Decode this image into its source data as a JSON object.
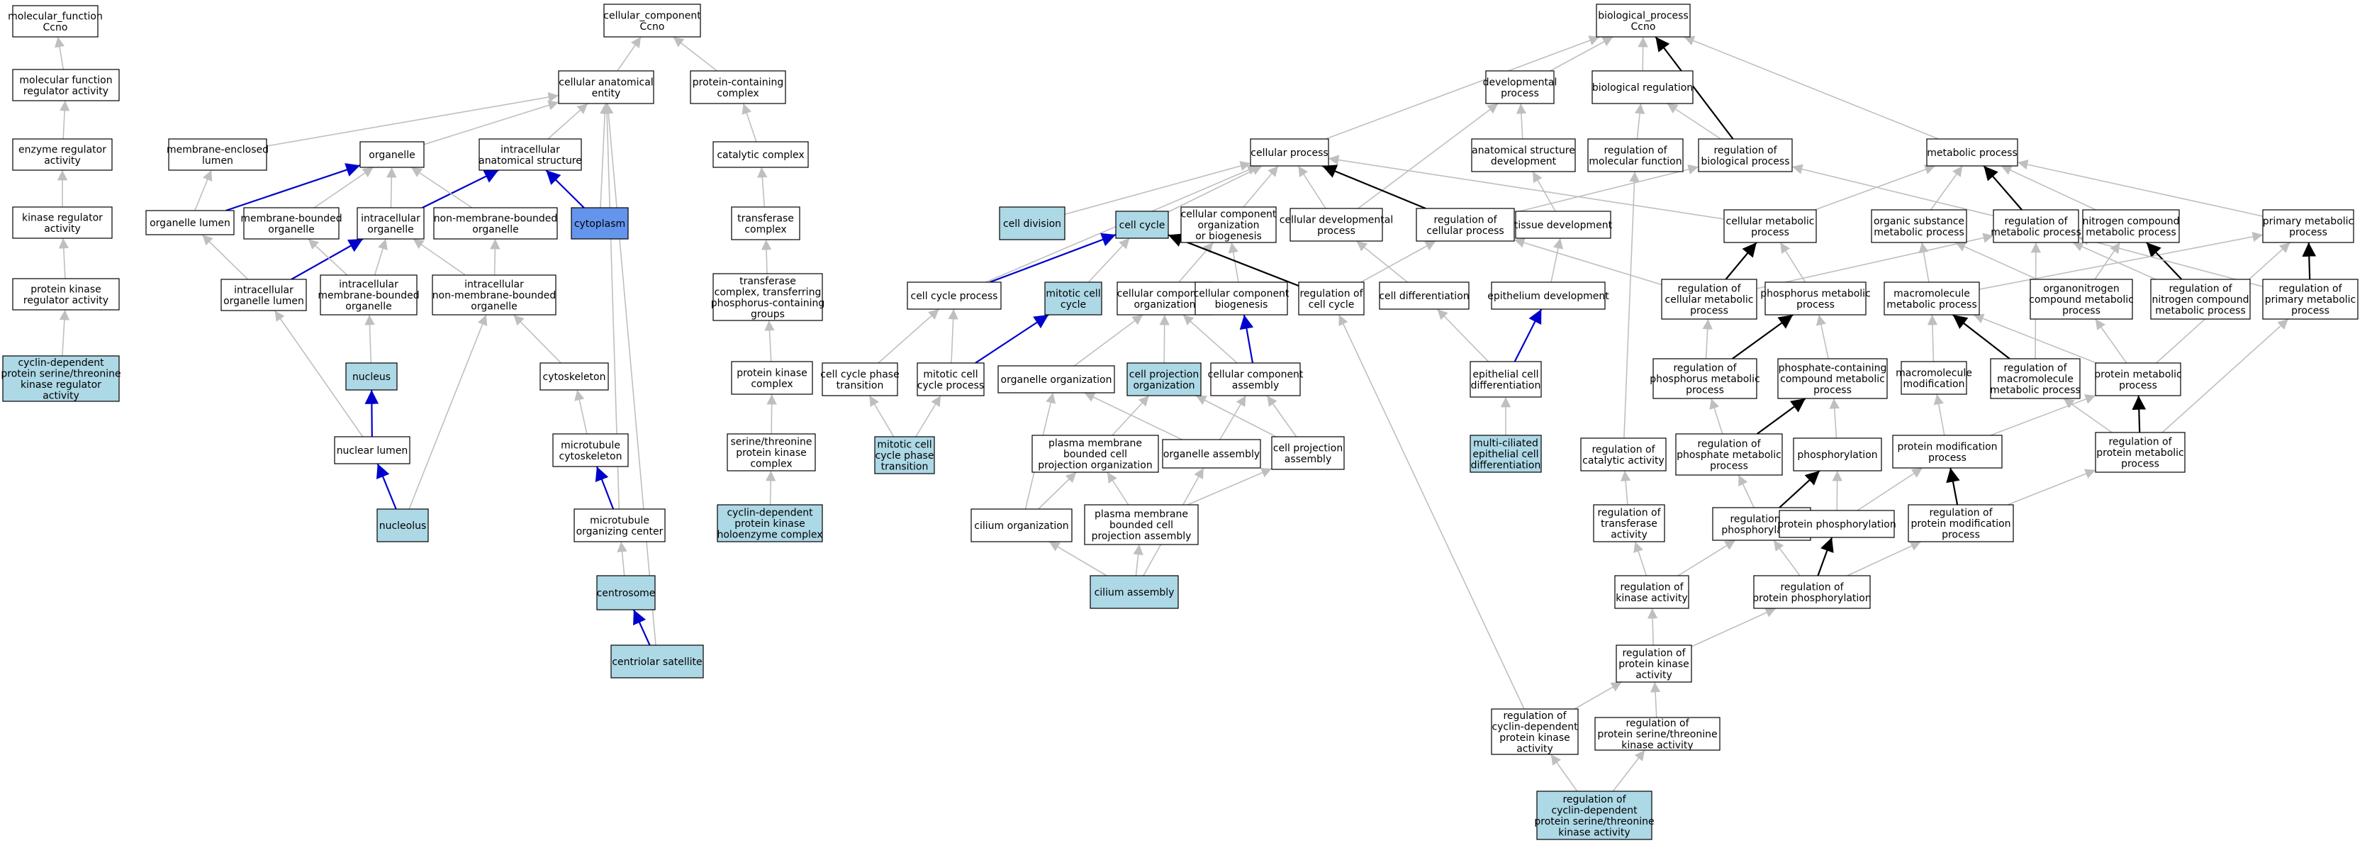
{
  "colors": {
    "background": "#ffffff",
    "node_fill": "#ffffff",
    "node_highlight": "#add8e6",
    "node_focus": "#6495ed",
    "node_border": "#000000",
    "edge_is_a": "#bfbfbf",
    "edge_part_of": "#0000cd",
    "edge_regulates": "#000000"
  },
  "nodes": {
    "mf_root": {
      "label": "molecular_function\nCcno",
      "style": "plain"
    },
    "mf_reg": {
      "label": "molecular function\nregulator activity",
      "style": "plain"
    },
    "enz_reg": {
      "label": "enzyme regulator\nactivity",
      "style": "plain"
    },
    "kin_reg": {
      "label": "kinase regulator\nactivity",
      "style": "plain"
    },
    "pk_reg": {
      "label": "protein kinase\nregulator activity",
      "style": "plain"
    },
    "cdk_reg": {
      "label": "cyclin-dependent\nprotein serine/threonine\nkinase regulator\nactivity",
      "style": "highlight"
    },
    "cc_root": {
      "label": "cellular_component\nCcno",
      "style": "plain"
    },
    "cae": {
      "label": "cellular anatomical\nentity",
      "style": "plain"
    },
    "pcc": {
      "label": "protein-containing\ncomplex",
      "style": "plain"
    },
    "mel": {
      "label": "membrane-enclosed\nlumen",
      "style": "plain"
    },
    "organelle": {
      "label": "organelle",
      "style": "plain"
    },
    "ias": {
      "label": "intracellular\nanatomical structure",
      "style": "plain"
    },
    "catcomp": {
      "label": "catalytic complex",
      "style": "plain"
    },
    "org_lumen": {
      "label": "organelle lumen",
      "style": "plain"
    },
    "mbo": {
      "label": "membrane-bounded\norganelle",
      "style": "plain"
    },
    "io": {
      "label": "intracellular\norganelle",
      "style": "plain"
    },
    "nmbo": {
      "label": "non-membrane-bounded\norganelle",
      "style": "plain"
    },
    "cytoplasm": {
      "label": "cytoplasm",
      "style": "focus"
    },
    "transf_c": {
      "label": "transferase\ncomplex",
      "style": "plain"
    },
    "iol": {
      "label": "intracellular\norganelle lumen",
      "style": "plain"
    },
    "imbo": {
      "label": "intracellular\nmembrane-bounded\norganelle",
      "style": "plain"
    },
    "inmbo": {
      "label": "intracellular\nnon-membrane-bounded\norganelle",
      "style": "plain"
    },
    "tcpg": {
      "label": "transferase\ncomplex, transferring\nphosphorus-containing\ngroups",
      "style": "plain"
    },
    "nucleus": {
      "label": "nucleus",
      "style": "highlight"
    },
    "cytoskeleton": {
      "label": "cytoskeleton",
      "style": "plain"
    },
    "pkc": {
      "label": "protein kinase\ncomplex",
      "style": "plain"
    },
    "nuc_lumen": {
      "label": "nuclear lumen",
      "style": "plain"
    },
    "mt_cytosk": {
      "label": "microtubule\ncytoskeleton",
      "style": "plain"
    },
    "stpkc": {
      "label": "serine/threonine\nprotein kinase\ncomplex",
      "style": "plain"
    },
    "nucleolus": {
      "label": "nucleolus",
      "style": "highlight"
    },
    "mtoc": {
      "label": "microtubule\norganizing center",
      "style": "plain"
    },
    "cdkhc": {
      "label": "cyclin-dependent\nprotein kinase\nholoenzyme complex",
      "style": "highlight"
    },
    "centrosome": {
      "label": "centrosome",
      "style": "highlight"
    },
    "centsat": {
      "label": "centriolar satellite",
      "style": "highlight"
    },
    "bp_root": {
      "label": "biological_process\nCcno",
      "style": "plain"
    },
    "devproc": {
      "label": "developmental\nprocess",
      "style": "plain"
    },
    "bioreg": {
      "label": "biological regulation",
      "style": "plain"
    },
    "cellproc": {
      "label": "cellular process",
      "style": "plain"
    },
    "asd": {
      "label": "anatomical structure\ndevelopment",
      "style": "plain"
    },
    "rmf": {
      "label": "regulation of\nmolecular function",
      "style": "plain"
    },
    "rbp": {
      "label": "regulation of\nbiological process",
      "style": "plain"
    },
    "metproc": {
      "label": "metabolic process",
      "style": "plain"
    },
    "celldiv": {
      "label": "cell division",
      "style": "highlight"
    },
    "cellcycle": {
      "label": "cell cycle",
      "style": "highlight"
    },
    "ccob": {
      "label": "cellular component\norganization\nor biogenesis",
      "style": "plain"
    },
    "cdp": {
      "label": "cellular developmental\nprocess",
      "style": "plain"
    },
    "rcp": {
      "label": "regulation of\ncellular process",
      "style": "plain"
    },
    "tissdev": {
      "label": "tissue development",
      "style": "plain"
    },
    "cmp": {
      "label": "cellular metabolic\nprocess",
      "style": "plain"
    },
    "osmp": {
      "label": "organic substance\nmetabolic process",
      "style": "plain"
    },
    "rmp": {
      "label": "regulation of\nmetabolic process",
      "style": "plain"
    },
    "ncmp": {
      "label": "nitrogen compound\nmetabolic process",
      "style": "plain"
    },
    "pmp": {
      "label": "primary metabolic\nprocess",
      "style": "plain"
    },
    "ccproc": {
      "label": "cell cycle process",
      "style": "plain"
    },
    "mcc": {
      "label": "mitotic cell\ncycle",
      "style": "highlight"
    },
    "cco": {
      "label": "cellular component\norganization",
      "style": "plain"
    },
    "ccb": {
      "label": "cellular component\nbiogenesis",
      "style": "plain"
    },
    "rcc": {
      "label": "regulation of\ncell cycle",
      "style": "plain"
    },
    "celldiff": {
      "label": "cell differentiation",
      "style": "plain"
    },
    "epidev": {
      "label": "epithelium development",
      "style": "plain"
    },
    "rcmp": {
      "label": "regulation of\ncellular metabolic\nprocess",
      "style": "plain"
    },
    "phmp": {
      "label": "phosphorus metabolic\nprocess",
      "style": "plain"
    },
    "mmp": {
      "label": "macromolecule\nmetabolic process",
      "style": "plain"
    },
    "oncmp": {
      "label": "organonitrogen\ncompound metabolic\nprocess",
      "style": "plain"
    },
    "rncmp": {
      "label": "regulation of\nnitrogen compound\nmetabolic process",
      "style": "plain"
    },
    "rpmp": {
      "label": "regulation of\nprimary metabolic\nprocess",
      "style": "plain"
    },
    "ccpt": {
      "label": "cell cycle phase\ntransition",
      "style": "plain"
    },
    "mccp": {
      "label": "mitotic cell\ncycle process",
      "style": "plain"
    },
    "orgorg": {
      "label": "organelle organization",
      "style": "plain"
    },
    "cpo": {
      "label": "cell projection\norganization",
      "style": "highlight"
    },
    "cca": {
      "label": "cellular component\nassembly",
      "style": "plain"
    },
    "ecd": {
      "label": "epithelial cell\ndifferentiation",
      "style": "plain"
    },
    "rphmp": {
      "label": "regulation of\nphosphorus metabolic\nprocess",
      "style": "plain"
    },
    "pccmp": {
      "label": "phosphate-containing\ncompound metabolic\nprocess",
      "style": "plain"
    },
    "macmod": {
      "label": "macromolecule\nmodification",
      "style": "plain"
    },
    "rmmp": {
      "label": "regulation of\nmacromolecule\nmetabolic process",
      "style": "plain"
    },
    "protmp": {
      "label": "protein metabolic\nprocess",
      "style": "plain"
    },
    "mccpt": {
      "label": "mitotic cell\ncycle phase\ntransition",
      "style": "highlight"
    },
    "pmbcpo": {
      "label": "plasma membrane\nbounded cell\nprojection organization",
      "style": "plain"
    },
    "orgasm": {
      "label": "organelle assembly",
      "style": "plain"
    },
    "cpa": {
      "label": "cell projection\nassembly",
      "style": "plain"
    },
    "mced": {
      "label": "multi-ciliated\nepithelial cell\ndifferentiation",
      "style": "highlight"
    },
    "rca": {
      "label": "regulation of\ncatalytic activity",
      "style": "plain"
    },
    "rphosmp": {
      "label": "regulation of\nphosphate metabolic\nprocess",
      "style": "plain"
    },
    "phos": {
      "label": "phosphorylation",
      "style": "plain"
    },
    "pmodp": {
      "label": "protein modification\nprocess",
      "style": "plain"
    },
    "rprotmp": {
      "label": "regulation of\nprotein metabolic\nprocess",
      "style": "plain"
    },
    "cilorg": {
      "label": "cilium organization",
      "style": "plain"
    },
    "pmbcpa": {
      "label": "plasma membrane\nbounded cell\nprojection assembly",
      "style": "plain"
    },
    "rta": {
      "label": "regulation of\ntransferase\nactivity",
      "style": "plain"
    },
    "rphos": {
      "label": "regulation of\nphosphorylation",
      "style": "plain"
    },
    "protphos": {
      "label": "protein phosphorylation",
      "style": "plain"
    },
    "rpmodp": {
      "label": "regulation of\nprotein modification\nprocess",
      "style": "plain"
    },
    "cilasm": {
      "label": "cilium assembly",
      "style": "highlight"
    },
    "rka": {
      "label": "regulation of\nkinase activity",
      "style": "plain"
    },
    "rpp": {
      "label": "regulation of\nprotein phosphorylation",
      "style": "plain"
    },
    "rpka": {
      "label": "regulation of\nprotein kinase\nactivity",
      "style": "plain"
    },
    "rcdpka": {
      "label": "regulation of\ncyclin-dependent\nprotein kinase\nactivity",
      "style": "plain"
    },
    "rpstka": {
      "label": "regulation of\nprotein serine/threonine\nkinase activity",
      "style": "plain"
    },
    "rcdpstka": {
      "label": "regulation of\ncyclin-dependent\nprotein serine/threonine\nkinase activity",
      "style": "highlight"
    }
  },
  "edges": [
    [
      "mf_reg",
      "mf_root",
      "is_a"
    ],
    [
      "enz_reg",
      "mf_reg",
      "is_a"
    ],
    [
      "kin_reg",
      "enz_reg",
      "is_a"
    ],
    [
      "pk_reg",
      "kin_reg",
      "is_a"
    ],
    [
      "cdk_reg",
      "pk_reg",
      "is_a"
    ],
    [
      "cae",
      "cc_root",
      "is_a"
    ],
    [
      "pcc",
      "cc_root",
      "is_a"
    ],
    [
      "mel",
      "cae",
      "is_a"
    ],
    [
      "organelle",
      "cae",
      "is_a"
    ],
    [
      "ias",
      "cae",
      "is_a"
    ],
    [
      "cytoplasm",
      "cae",
      "is_a"
    ],
    [
      "catcomp",
      "pcc",
      "is_a"
    ],
    [
      "org_lumen",
      "mel",
      "is_a"
    ],
    [
      "org_lumen",
      "organelle",
      "part_of"
    ],
    [
      "mbo",
      "organelle",
      "is_a"
    ],
    [
      "io",
      "organelle",
      "is_a"
    ],
    [
      "io",
      "ias",
      "part_of"
    ],
    [
      "nmbo",
      "organelle",
      "is_a"
    ],
    [
      "cytoplasm",
      "ias",
      "part_of"
    ],
    [
      "transf_c",
      "catcomp",
      "is_a"
    ],
    [
      "iol",
      "org_lumen",
      "is_a"
    ],
    [
      "iol",
      "io",
      "part_of"
    ],
    [
      "imbo",
      "mbo",
      "is_a"
    ],
    [
      "imbo",
      "io",
      "is_a"
    ],
    [
      "inmbo",
      "nmbo",
      "is_a"
    ],
    [
      "inmbo",
      "io",
      "is_a"
    ],
    [
      "tcpg",
      "transf_c",
      "is_a"
    ],
    [
      "nucleus",
      "imbo",
      "is_a"
    ],
    [
      "cytoskeleton",
      "inmbo",
      "is_a"
    ],
    [
      "pkc",
      "tcpg",
      "is_a"
    ],
    [
      "nuc_lumen",
      "iol",
      "is_a"
    ],
    [
      "nuc_lumen",
      "nucleus",
      "part_of"
    ],
    [
      "mt_cytosk",
      "cytoskeleton",
      "is_a"
    ],
    [
      "stpkc",
      "pkc",
      "is_a"
    ],
    [
      "nucleolus",
      "nuc_lumen",
      "part_of"
    ],
    [
      "nucleolus",
      "inmbo",
      "is_a"
    ],
    [
      "mtoc",
      "mt_cytosk",
      "part_of"
    ],
    [
      "mtoc",
      "cae",
      "is_a"
    ],
    [
      "cdkhc",
      "stpkc",
      "is_a"
    ],
    [
      "centrosome",
      "mtoc",
      "is_a"
    ],
    [
      "centsat",
      "centrosome",
      "part_of"
    ],
    [
      "centsat",
      "cae",
      "is_a"
    ],
    [
      "devproc",
      "bp_root",
      "is_a"
    ],
    [
      "bioreg",
      "bp_root",
      "is_a"
    ],
    [
      "cellproc",
      "bp_root",
      "is_a"
    ],
    [
      "rbp",
      "bp_root",
      "regulates"
    ],
    [
      "rbp",
      "bioreg",
      "is_a"
    ],
    [
      "metproc",
      "bp_root",
      "is_a"
    ],
    [
      "asd",
      "devproc",
      "is_a"
    ],
    [
      "rmf",
      "bioreg",
      "is_a"
    ],
    [
      "celldiv",
      "cellproc",
      "is_a"
    ],
    [
      "cellcycle",
      "cellproc",
      "is_a"
    ],
    [
      "ccob",
      "cellproc",
      "is_a"
    ],
    [
      "cdp",
      "cellproc",
      "is_a"
    ],
    [
      "cdp",
      "devproc",
      "is_a"
    ],
    [
      "rcp",
      "cellproc",
      "regulates"
    ],
    [
      "rcp",
      "rbp",
      "is_a"
    ],
    [
      "tissdev",
      "asd",
      "is_a"
    ],
    [
      "cmp",
      "cellproc",
      "is_a"
    ],
    [
      "cmp",
      "metproc",
      "is_a"
    ],
    [
      "osmp",
      "metproc",
      "is_a"
    ],
    [
      "rmp",
      "metproc",
      "regulates"
    ],
    [
      "rmp",
      "rbp",
      "is_a"
    ],
    [
      "ncmp",
      "metproc",
      "is_a"
    ],
    [
      "pmp",
      "metproc",
      "is_a"
    ],
    [
      "ccproc",
      "cellproc",
      "is_a"
    ],
    [
      "ccproc",
      "cellcycle",
      "part_of"
    ],
    [
      "mcc",
      "cellcycle",
      "is_a"
    ],
    [
      "cco",
      "ccob",
      "is_a"
    ],
    [
      "ccb",
      "ccob",
      "is_a"
    ],
    [
      "rcc",
      "cellcycle",
      "regulates"
    ],
    [
      "rcc",
      "rcp",
      "is_a"
    ],
    [
      "celldiff",
      "cdp",
      "is_a"
    ],
    [
      "epidev",
      "tissdev",
      "is_a"
    ],
    [
      "rcmp",
      "cmp",
      "regulates"
    ],
    [
      "rcmp",
      "rcp",
      "is_a"
    ],
    [
      "rcmp",
      "rmp",
      "is_a"
    ],
    [
      "phmp",
      "cmp",
      "is_a"
    ],
    [
      "mmp",
      "osmp",
      "is_a"
    ],
    [
      "mmp",
      "pmp",
      "is_a"
    ],
    [
      "oncmp",
      "osmp",
      "is_a"
    ],
    [
      "oncmp",
      "ncmp",
      "is_a"
    ],
    [
      "rncmp",
      "ncmp",
      "regulates"
    ],
    [
      "rncmp",
      "rmp",
      "is_a"
    ],
    [
      "rpmp",
      "pmp",
      "regulates"
    ],
    [
      "rpmp",
      "rmp",
      "is_a"
    ],
    [
      "ccpt",
      "ccproc",
      "is_a"
    ],
    [
      "mccp",
      "ccproc",
      "is_a"
    ],
    [
      "mccp",
      "mcc",
      "part_of"
    ],
    [
      "orgorg",
      "cco",
      "is_a"
    ],
    [
      "cpo",
      "cco",
      "is_a"
    ],
    [
      "cca",
      "cco",
      "is_a"
    ],
    [
      "cca",
      "ccb",
      "part_of"
    ],
    [
      "ecd",
      "celldiff",
      "is_a"
    ],
    [
      "ecd",
      "epidev",
      "part_of"
    ],
    [
      "rphmp",
      "phmp",
      "regulates"
    ],
    [
      "rphmp",
      "rcmp",
      "is_a"
    ],
    [
      "pccmp",
      "phmp",
      "is_a"
    ],
    [
      "macmod",
      "mmp",
      "is_a"
    ],
    [
      "rmmp",
      "mmp",
      "regulates"
    ],
    [
      "rmmp",
      "rmp",
      "is_a"
    ],
    [
      "protmp",
      "mmp",
      "is_a"
    ],
    [
      "protmp",
      "oncmp",
      "is_a"
    ],
    [
      "protmp",
      "pmp",
      "is_a"
    ],
    [
      "mccpt",
      "ccpt",
      "is_a"
    ],
    [
      "mccpt",
      "mccp",
      "is_a"
    ],
    [
      "pmbcpo",
      "cpo",
      "is_a"
    ],
    [
      "orgasm",
      "orgorg",
      "is_a"
    ],
    [
      "orgasm",
      "cca",
      "is_a"
    ],
    [
      "cpa",
      "cpo",
      "is_a"
    ],
    [
      "cpa",
      "cca",
      "is_a"
    ],
    [
      "mced",
      "ecd",
      "is_a"
    ],
    [
      "rca",
      "rmf",
      "is_a"
    ],
    [
      "rphosmp",
      "pccmp",
      "regulates"
    ],
    [
      "rphosmp",
      "rphmp",
      "is_a"
    ],
    [
      "phos",
      "pccmp",
      "is_a"
    ],
    [
      "pmodp",
      "macmod",
      "is_a"
    ],
    [
      "pmodp",
      "protmp",
      "is_a"
    ],
    [
      "rprotmp",
      "protmp",
      "regulates"
    ],
    [
      "rprotmp",
      "rmmp",
      "is_a"
    ],
    [
      "rprotmp",
      "rpmp",
      "is_a"
    ],
    [
      "cilorg",
      "orgorg",
      "is_a"
    ],
    [
      "cilorg",
      "pmbcpo",
      "is_a"
    ],
    [
      "pmbcpa",
      "pmbcpo",
      "is_a"
    ],
    [
      "pmbcpa",
      "cpa",
      "is_a"
    ],
    [
      "rta",
      "rca",
      "is_a"
    ],
    [
      "rphos",
      "phos",
      "regulates"
    ],
    [
      "rphos",
      "rphosmp",
      "is_a"
    ],
    [
      "protphos",
      "phos",
      "is_a"
    ],
    [
      "protphos",
      "pmodp",
      "is_a"
    ],
    [
      "rpmodp",
      "pmodp",
      "regulates"
    ],
    [
      "rpmodp",
      "rprotmp",
      "is_a"
    ],
    [
      "cilasm",
      "cilorg",
      "is_a"
    ],
    [
      "cilasm",
      "pmbcpa",
      "is_a"
    ],
    [
      "cilasm",
      "orgasm",
      "is_a"
    ],
    [
      "rka",
      "rta",
      "is_a"
    ],
    [
      "rka",
      "rphos",
      "is_a"
    ],
    [
      "rpp",
      "protphos",
      "regulates"
    ],
    [
      "rpp",
      "rphos",
      "is_a"
    ],
    [
      "rpp",
      "rpmodp",
      "is_a"
    ],
    [
      "rpka",
      "rka",
      "is_a"
    ],
    [
      "rpka",
      "rpp",
      "is_a"
    ],
    [
      "rcdpka",
      "rpka",
      "is_a"
    ],
    [
      "rcdpka",
      "rcc",
      "is_a"
    ],
    [
      "rpstka",
      "rpka",
      "is_a"
    ],
    [
      "rcdpstka",
      "rcdpka",
      "is_a"
    ],
    [
      "rcdpstka",
      "rpstka",
      "is_a"
    ]
  ]
}
